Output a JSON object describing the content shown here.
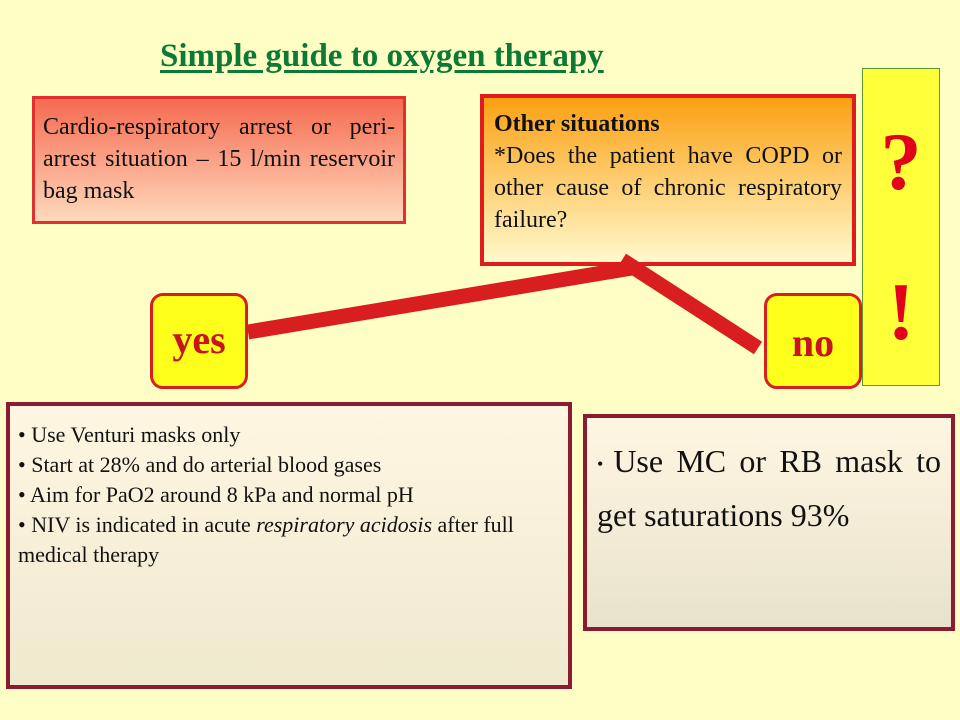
{
  "title": "Simple guide to oxygen therapy",
  "arrest_box": {
    "text": "Cardio-respiratory arrest or peri-arrest situation – 15 l/min reservoir bag mask"
  },
  "other_box": {
    "heading": "Other situations",
    "question": "*Does the patient have COPD or other cause of chronic respiratory failure?"
  },
  "alert_box": {
    "mark1": "?",
    "mark2": "!"
  },
  "yes_label": "yes",
  "no_label": "no",
  "yes_box": {
    "bullet": "•",
    "items": [
      "Use Venturi masks only",
      "Start at 28% and do arterial blood gases",
      "Aim for PaO2 around 8 kPa and normal pH"
    ],
    "niv": {
      "before": "NIV is indicated in acute",
      "italic": "respiratory acidosis",
      "after": "after full medical therapy"
    }
  },
  "no_box": {
    "bullet": "•",
    "text": "Use MC or RB mask to get saturations 93%"
  },
  "colors": {
    "background": "#ffffc5",
    "title": "#0b7a34",
    "connector": "#d81e1e",
    "pill_fill": "#ffff1c",
    "box_border": "#8a1b33"
  }
}
